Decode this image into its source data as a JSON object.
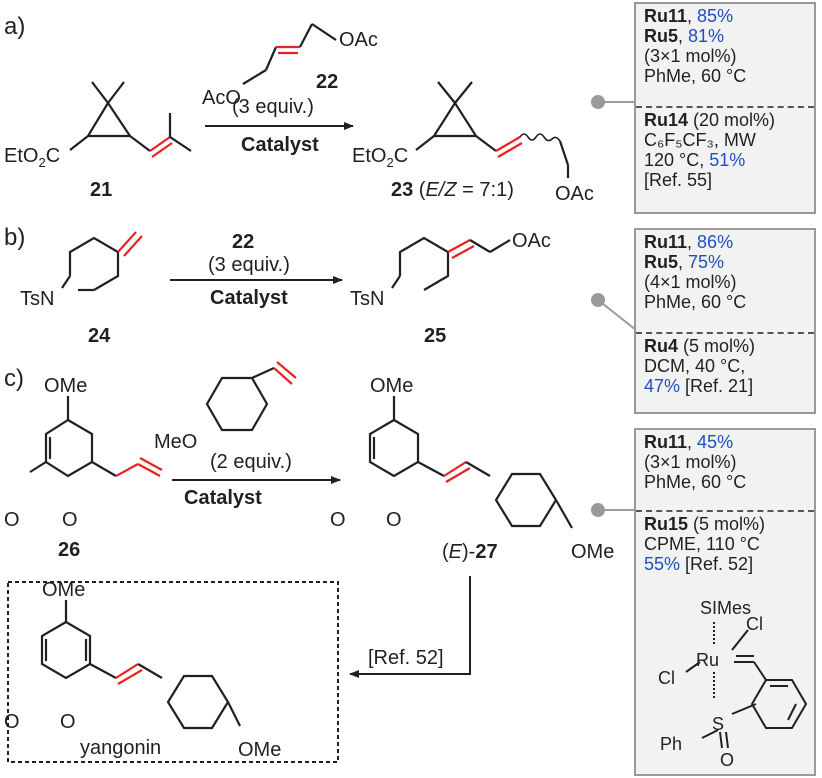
{
  "labels": {
    "a": "a)",
    "b": "b)",
    "c": "c)"
  },
  "scheme_a": {
    "sm_number": "21",
    "reagent_number": "22",
    "reagent_equiv": "(3 equiv.)",
    "catalyst": "Catalyst",
    "product_number": "23",
    "product_ez_prefix": " (",
    "product_ez_italic": "E/Z",
    "product_ez_suffix": " = 7:1)",
    "atoms": {
      "oac_top": "OAc",
      "aco": "AcO",
      "etoc": "EtO",
      "sub2": "2",
      "c": "C",
      "oac_prod": "OAc"
    }
  },
  "scheme_b": {
    "sm_number": "24",
    "reagent_number": "22",
    "reagent_equiv": "(3 equiv.)",
    "catalyst": "Catalyst",
    "product_number": "25",
    "atoms": {
      "tsn_sm": "TsN",
      "tsn_prod": "TsN",
      "oac": "OAc"
    }
  },
  "scheme_c": {
    "sm_number": "26",
    "reagent_equiv": "(2 equiv.)",
    "catalyst": "Catalyst",
    "product_prefix": "(",
    "product_italic": "E",
    "product_suffix": ")-",
    "product_number": "27",
    "ref_arrow": "[Ref. 52]",
    "yangonin": "yangonin",
    "atoms": {
      "ome": "OMe",
      "meo": "MeO",
      "o": "O"
    }
  },
  "box_a": {
    "top": [
      {
        "cat": "Ru11",
        "sep": ",  ",
        "yield": "85%"
      },
      {
        "cat": "Ru5",
        "sep": ",   ",
        "yield": "81%"
      }
    ],
    "top_loading": "(3×1 mol%)",
    "top_cond": "PhMe, 60 °C",
    "bottom_cat": "Ru14",
    "bottom_loading": " (20 mol%)",
    "bottom_solvent": "C₆F₅CF₃, MW",
    "bottom_temp": "120 °C, ",
    "bottom_yield": "51%",
    "bottom_ref": "[Ref. 55]"
  },
  "box_b": {
    "top": [
      {
        "cat": "Ru11",
        "sep": ", ",
        "yield": "86%"
      },
      {
        "cat": "Ru5",
        "sep": ",   ",
        "yield": "75%"
      }
    ],
    "top_loading": "(4×1 mol%)",
    "top_cond": "PhMe, 60 °C",
    "bottom_cat": "Ru4",
    "bottom_loading": "  (5 mol%)",
    "bottom_cond": "DCM, 40 °C,",
    "bottom_yield": "47%",
    "bottom_ref": " [Ref. 21]"
  },
  "box_c": {
    "top_cat": "Ru11",
    "top_sep": ", ",
    "top_yield": "45%",
    "top_loading": "(3×1 mol%)",
    "top_cond": "PhMe, 60 °C",
    "bottom_cat": "Ru15",
    "bottom_loading": "  (5 mol%)",
    "bottom_cond": "CPME, 110 °C",
    "bottom_yield": "55%",
    "bottom_ref": " [Ref. 52]",
    "struct": {
      "simes": "SIMes",
      "cl1": "Cl",
      "ru": "Ru",
      "cl2": "Cl",
      "ph": "Ph",
      "s": "S",
      "o": "O"
    }
  },
  "colors": {
    "bond": "#231f20",
    "alkene": "#e8231f",
    "yield": "#1f4fbf",
    "box_fill": "#f2f2f2",
    "box_border": "#9a9a9a",
    "connector": "#9a9a9a"
  }
}
